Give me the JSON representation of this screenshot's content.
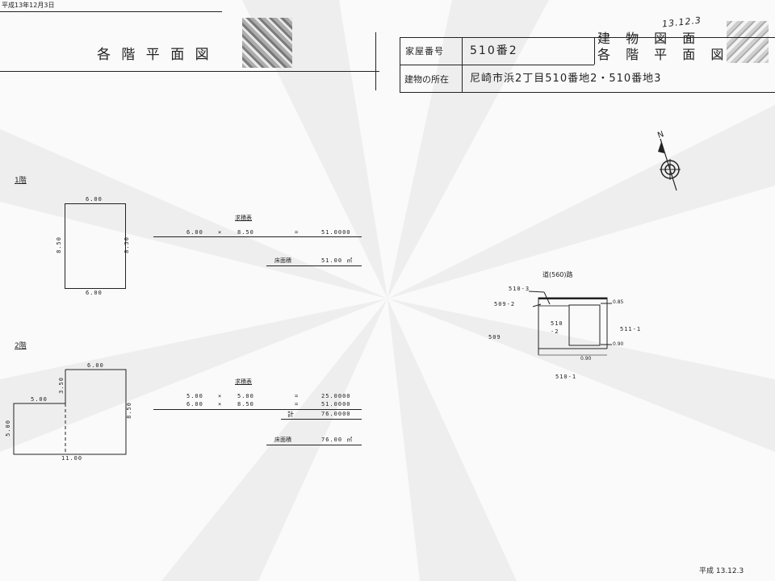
{
  "header": {
    "date_stamp": "平成13年12月3日",
    "title_left": "各 階 平 面 図",
    "house_number_label": "家屋番号",
    "house_number_value": "510番2",
    "location_label": "建物の所在",
    "location_value": "尼崎市浜2丁目510番地2・510番地3",
    "title_right_1": "建 物 図 面",
    "title_right_2": "各 階 平 面 図",
    "handwritten_date": "13.12.3"
  },
  "floor1": {
    "label": "1階",
    "dim_top": "6.00",
    "dim_bottom": "6.00",
    "dim_left": "8.50",
    "dim_right": "8.50",
    "calc_title": "求積表",
    "calc_a": "6.00",
    "calc_op": "×",
    "calc_b": "8.50",
    "calc_eq": "=",
    "calc_result": "51.0000",
    "area_label": "床面積",
    "area_value": "51.00 ㎡"
  },
  "floor2": {
    "label": "2階",
    "dim_top_right": "6.00",
    "dim_top_left": "5.00",
    "dim_mid": "3.50",
    "dim_left": "5.00",
    "dim_right": "8.50",
    "dim_bottom": "11.00",
    "calc_title": "求積表",
    "row1_a": "5.00",
    "row1_op": "×",
    "row1_b": "5.00",
    "row1_eq": "=",
    "row1_result": "25.0000",
    "row2_a": "6.00",
    "row2_op": "×",
    "row2_b": "8.50",
    "row2_eq": "=",
    "row2_result": "51.0000",
    "total_label": "計",
    "total_value": "76.0000",
    "area_label": "床面積",
    "area_value": "76.00 ㎡"
  },
  "site_plan": {
    "road_label": "道(560)路",
    "lot_510_3": "510-3",
    "lot_509_2": "509-2",
    "lot_509": "509",
    "lot_510_2_a": "510",
    "lot_510_2_b": "-2",
    "lot_511_1": "511-1",
    "lot_510_1": "510-1",
    "dim_085": "0.85",
    "dim_090_right": "0.90",
    "dim_090_bottom": "0.90"
  },
  "compass": {
    "north_label": "N"
  },
  "footer": {
    "date_stamp": "平成 13.12.3"
  }
}
